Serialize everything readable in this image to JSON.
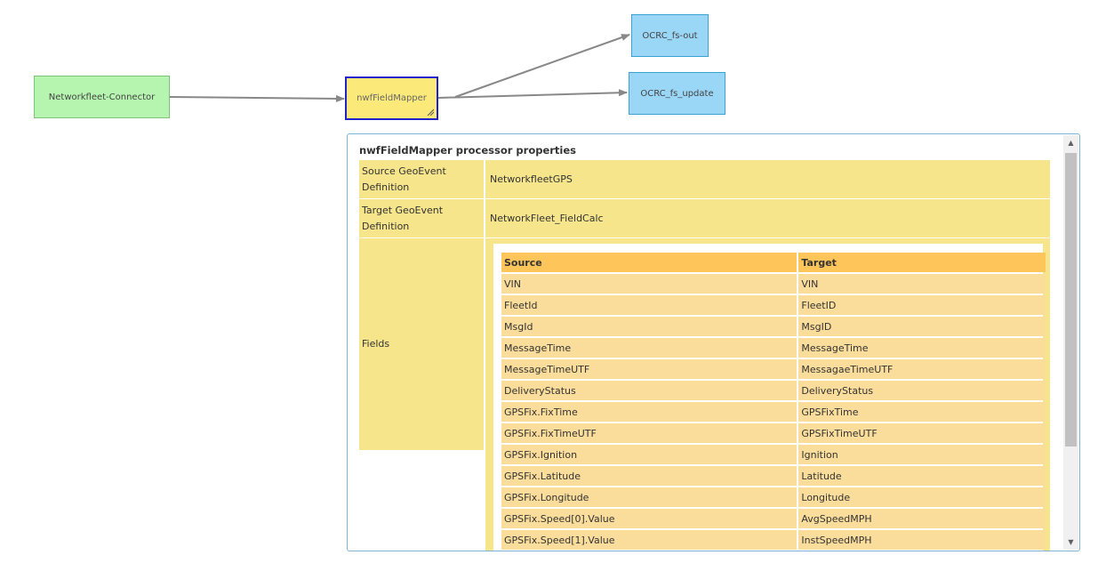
{
  "nodes": {
    "connector": "Networkfleet-Connector",
    "mapper": "nwfFieldMapper",
    "out": "OCRC_fs-out",
    "update": "OCRC_fs_update"
  },
  "popup": {
    "title": "nwfFieldMapper processor properties",
    "source_label": "Source GeoEvent Definition",
    "source_value": "NetworkfleetGPS",
    "target_label": "Target GeoEvent Definition",
    "target_value": "NetworkFleet_FieldCalc",
    "fields_label": "Fields",
    "table": {
      "header_source": "Source",
      "header_target": "Target",
      "rows": [
        [
          "VIN",
          "VIN"
        ],
        [
          "FleetId",
          "FleetID"
        ],
        [
          "MsgId",
          "MsgID"
        ],
        [
          "MessageTime",
          "MessageTime"
        ],
        [
          "MessageTimeUTF",
          "MessagaeTimeUTF"
        ],
        [
          "DeliveryStatus",
          "DeliveryStatus"
        ],
        [
          "GPSFix.FixTime",
          "GPSFixTime"
        ],
        [
          "GPSFix.FixTimeUTF",
          "GPSFixTimeUTF"
        ],
        [
          "GPSFix.Ignition",
          "Ignition"
        ],
        [
          "GPSFix.Latitude",
          "Latitude"
        ],
        [
          "GPSFix.Longitude",
          "Longitude"
        ],
        [
          "GPSFix.Speed[0].Value",
          "AvgSpeedMPH"
        ],
        [
          "GPSFix.Speed[1].Value",
          "InstSpeedMPH"
        ]
      ]
    }
  },
  "colors": {
    "connector": "#b6f5b0",
    "mapper": "#fbe97a",
    "output": "#9ad6f6",
    "selection": "#2222cc"
  },
  "icons": {
    "scroll_up": "scroll-up-arrow-icon",
    "scroll_down": "scroll-down-arrow-icon",
    "resize": "resize-grip-icon"
  }
}
